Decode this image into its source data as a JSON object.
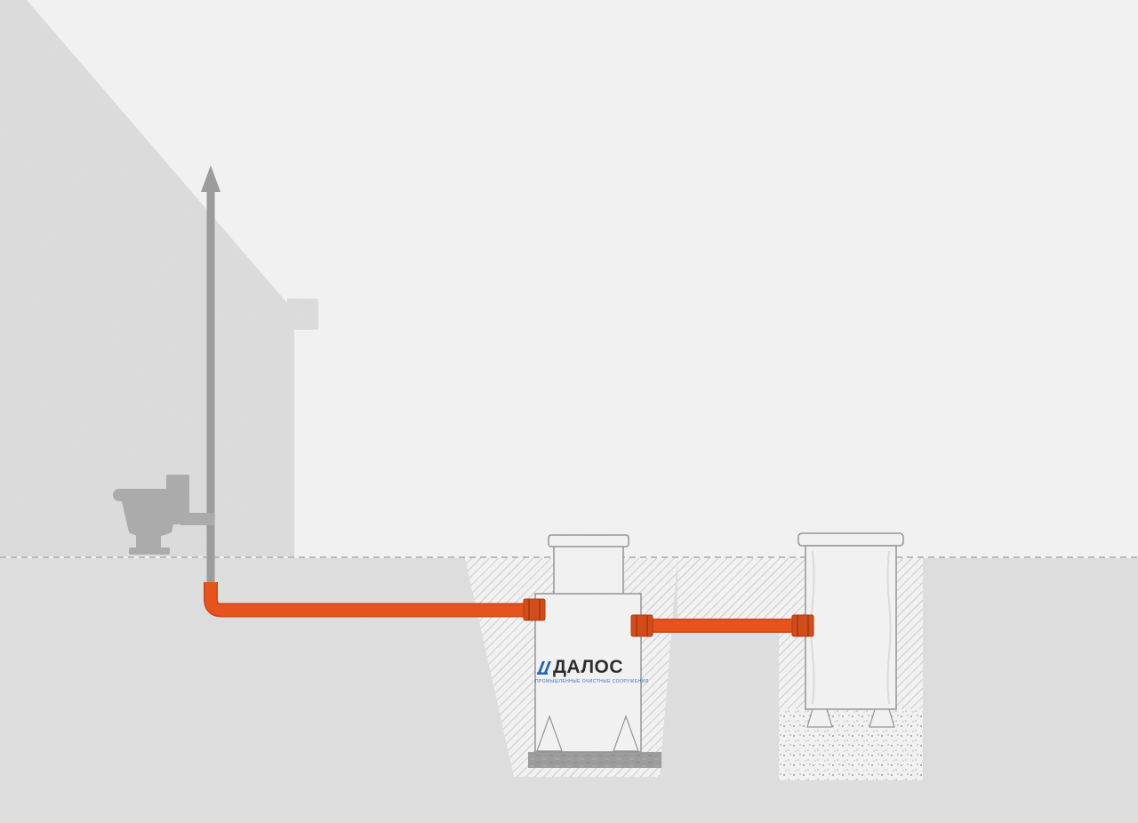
{
  "brand": {
    "name": "ДАЛОС",
    "tagline": "ПРОМЫШЛЕННЫЕ ОЧИСТНЫЕ СООРУЖЕНИЯ"
  },
  "colors": {
    "background": "#ffffff",
    "house": "#e8e8e8",
    "soil": "#eaeaea",
    "silhouette": "#b5b5b5",
    "vent_pipe": "#a6a6a6",
    "pipe_orange": "#f4581f",
    "pipe_orange_dark": "#d8491a",
    "fitting_orange": "#e0511d",
    "outline_gray": "#9e9e9e",
    "slab": "#a6a6a6",
    "brand_blue": "#2563b5"
  },
  "icons": {
    "toilet": "toilet-silhouette",
    "vent_arrow": "up-arrow",
    "dalos_logo": "stylized-blue-letters"
  }
}
